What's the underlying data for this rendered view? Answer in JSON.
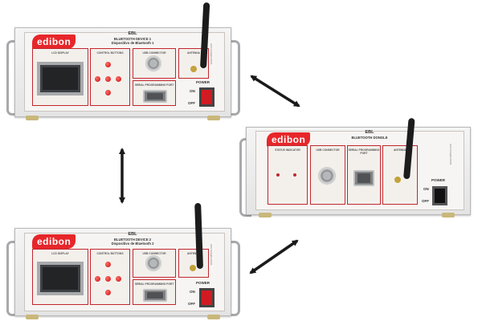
{
  "brand": "edibon",
  "device1": {
    "code": "EBL",
    "title_en": "BLUETOOTH DEVICE 1",
    "title_es": "Dispositivo de Bluetooth 1",
    "lcd_label": "LCD DISPLAY",
    "buttons_label": "CONTROL BUTTONS",
    "usb_label": "USB CONNECTOR",
    "serial_label": "SERIAL PROGRAMMING PORT",
    "antenna_label": "ANTENNA",
    "power_label": "POWER",
    "on_label": "ON",
    "off_label": "OFF",
    "website": "www.edibon.com"
  },
  "device2": {
    "code": "EBL",
    "title_en": "BLUETOOTH DEVICE 2",
    "title_es": "Dispositivo de Bluetooth 2",
    "lcd_label": "LCD DISPLAY",
    "buttons_label": "CONTROL BUTTONS",
    "usb_label": "USB CONNECTOR",
    "serial_label": "SERIAL PROGRAMMING PORT",
    "antenna_label": "ANTENNA",
    "power_label": "POWER",
    "on_label": "ON",
    "off_label": "OFF",
    "website": "www.edibon.com"
  },
  "dongle": {
    "code": "EBL",
    "title_en": "BLUETOOTH DONGLE",
    "status_label": "STATUS INDICATOR",
    "usb_label": "USB CONNECTOR",
    "serial_label": "SERIAL PROGRAMMING PORT",
    "antenna_label": "ANTENNA",
    "power_label": "POWER",
    "on_label": "ON",
    "off_label": "OFF",
    "website": "www.edibon.com"
  },
  "colors": {
    "accent": "#c1272d",
    "brand_red": "#e7262a",
    "arrow": "#1a1a1a"
  }
}
